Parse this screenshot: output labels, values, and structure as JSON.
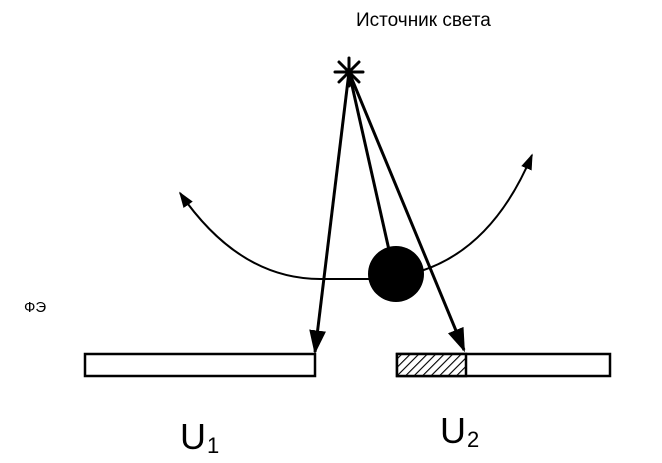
{
  "labels": {
    "source": "Источник света",
    "photocell": "ФЭ",
    "u1_main": "U",
    "u1_sub": "1",
    "u2_main": "U",
    "u2_sub": "2"
  },
  "colors": {
    "stroke": "#000000",
    "background": "#ffffff"
  },
  "icons": {
    "source": "star-icon",
    "object": "ball"
  }
}
